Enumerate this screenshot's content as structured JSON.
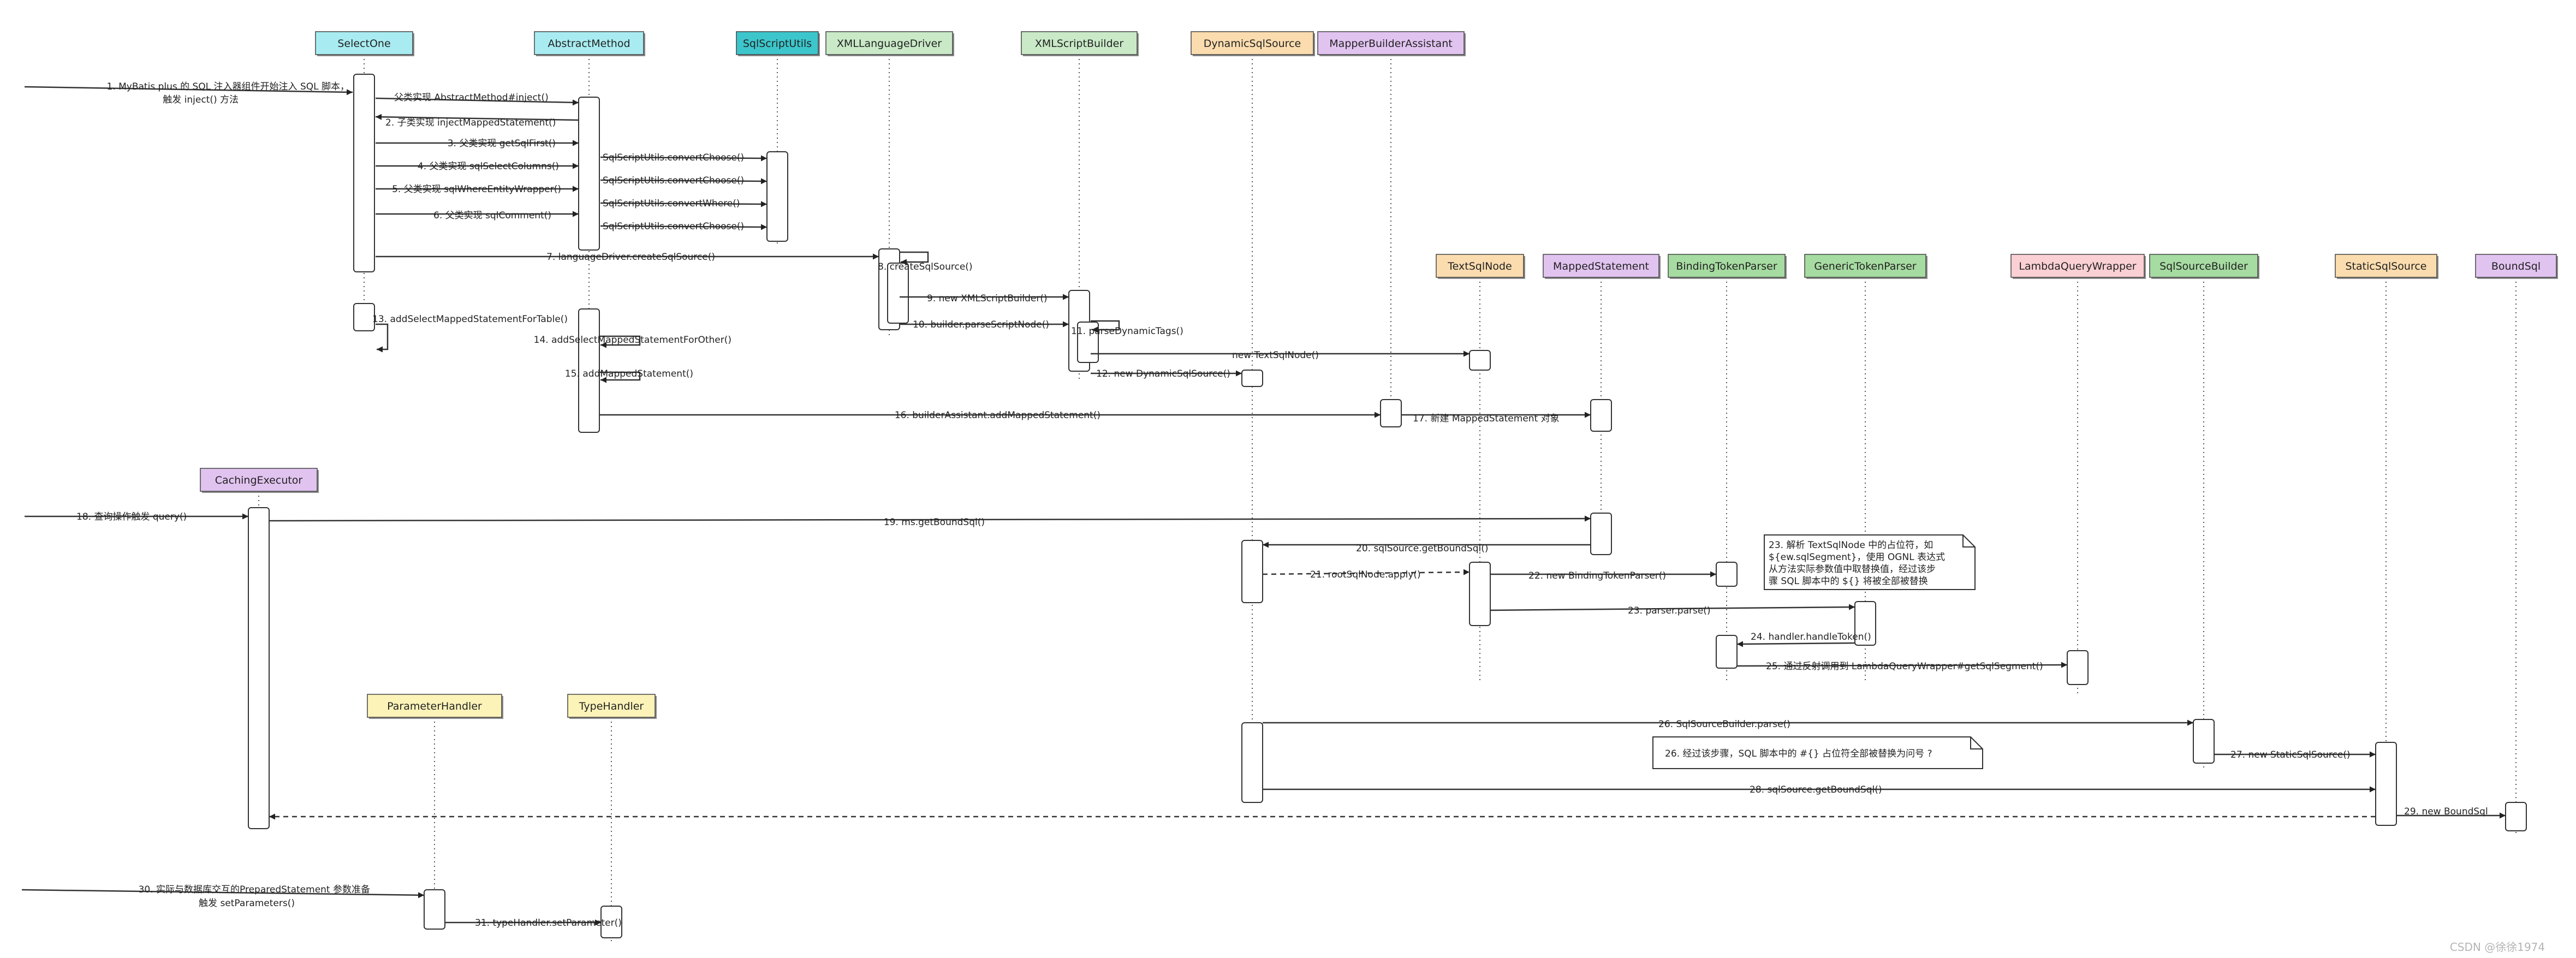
{
  "participants": [
    {
      "id": "SelectOne",
      "label": "SelectOne",
      "fill": "#a8ecf1"
    },
    {
      "id": "AbstractMethod",
      "label": "AbstractMethod",
      "fill": "#a8ecf1"
    },
    {
      "id": "SqlScriptUtils",
      "label": "SqlScriptUtils",
      "fill": "#3cc6cc"
    },
    {
      "id": "XMLLanguageDriver",
      "label": "XMLLanguageDriver",
      "fill": "#c9e9c7"
    },
    {
      "id": "XMLScriptBuilder",
      "label": "XMLScriptBuilder",
      "fill": "#c9e9c7"
    },
    {
      "id": "DynamicSqlSource",
      "label": "DynamicSqlSource",
      "fill": "#fbdcae"
    },
    {
      "id": "MapperBuilderAssistant",
      "label": "MapperBuilderAssistant",
      "fill": "#e1c3f0"
    },
    {
      "id": "TextSqlNode",
      "label": "TextSqlNode",
      "fill": "#fbdcae"
    },
    {
      "id": "MappedStatement",
      "label": "MappedStatement",
      "fill": "#e1c3f0"
    },
    {
      "id": "BindingTokenParser",
      "label": "BindingTokenParser",
      "fill": "#a6dba1"
    },
    {
      "id": "GenericTokenParser",
      "label": "GenericTokenParser",
      "fill": "#a6dba1"
    },
    {
      "id": "LambdaQueryWrapper",
      "label": "LambdaQueryWrapper",
      "fill": "#fbd0d4"
    },
    {
      "id": "SqlSourceBuilder",
      "label": "SqlSourceBuilder",
      "fill": "#a6dba1"
    },
    {
      "id": "StaticSqlSource",
      "label": "StaticSqlSource",
      "fill": "#fbdcae"
    },
    {
      "id": "BoundSql",
      "label": "BoundSql",
      "fill": "#e1c3f0"
    },
    {
      "id": "CachingExecutor",
      "label": "CachingExecutor",
      "fill": "#e1c3f0"
    },
    {
      "id": "ParameterHandler",
      "label": "ParameterHandler",
      "fill": "#fcf3b8"
    },
    {
      "id": "TypeHandler",
      "label": "TypeHandler",
      "fill": "#fcf3b8"
    }
  ],
  "messages": [
    {
      "id": "m1a",
      "text": "1. MyBatis plus 的 SQL 注入器组件开始注入 SQL 脚本，"
    },
    {
      "id": "m1b",
      "text": "触发 inject() 方法"
    },
    {
      "id": "m2a",
      "text": "父类实现 AbstractMethod#inject()"
    },
    {
      "id": "m2b",
      "text": "2. 子类实现 injectMappedStatement()"
    },
    {
      "id": "m3",
      "text": "3. 父类实现 getSqlFirst()"
    },
    {
      "id": "m4",
      "text": "4. 父类实现 sqlSelectColumns()"
    },
    {
      "id": "m5",
      "text": "5. 父类实现 sqlWhereEntityWrapper()"
    },
    {
      "id": "m6",
      "text": "6. 父类实现 sqlComment()"
    },
    {
      "id": "s1",
      "text": "SqlScriptUtils.convertChoose()"
    },
    {
      "id": "s2",
      "text": "SqlScriptUtils.convertChoose()"
    },
    {
      "id": "s3",
      "text": "SqlScriptUtils.convertWhere()"
    },
    {
      "id": "s4",
      "text": "SqlScriptUtils.convertChoose()"
    },
    {
      "id": "m7",
      "text": "7. languageDriver.createSqlSource()"
    },
    {
      "id": "m8",
      "text": "8. createSqlSource()"
    },
    {
      "id": "m9",
      "text": "9. new XMLScriptBuilder()"
    },
    {
      "id": "m10",
      "text": "10. builder.parseScriptNode()"
    },
    {
      "id": "m11",
      "text": "11. parseDynamicTags()"
    },
    {
      "id": "mTxt",
      "text": "new TextSqlNode()"
    },
    {
      "id": "m12",
      "text": "12. new DynamicSqlSource()"
    },
    {
      "id": "m13",
      "text": "13. addSelectMappedStatementForTable()"
    },
    {
      "id": "m14",
      "text": "14. addSelectMappedStatementForOther()"
    },
    {
      "id": "m15",
      "text": "15. addMappedStatement()"
    },
    {
      "id": "m16",
      "text": "16. builderAssistant.addMappedStatement()"
    },
    {
      "id": "m17",
      "text": "17. 新建 MappedStatement 对象"
    },
    {
      "id": "m18",
      "text": "18. 查询操作触发 query()"
    },
    {
      "id": "m19",
      "text": "19. ms.getBoundSql()"
    },
    {
      "id": "m20",
      "text": "20. sqlSource.getBoundSql()"
    },
    {
      "id": "m21",
      "text": "21. rootSqlNode.apply()"
    },
    {
      "id": "m22",
      "text": "22. new BindingTokenParser()"
    },
    {
      "id": "m23",
      "text": "23. parser.parse()"
    },
    {
      "id": "m24",
      "text": "24. handler.handleToken()"
    },
    {
      "id": "m25",
      "text": "25. 通过反射调用到 LambdaQueryWrapper#getSqlSegment()"
    },
    {
      "id": "m26",
      "text": "26. SqlSourceBuilder.parse()"
    },
    {
      "id": "m27",
      "text": "27. new StaticSqlSource()"
    },
    {
      "id": "m28",
      "text": "28. sqlSource.getBoundSql()"
    },
    {
      "id": "m29",
      "text": "29. new BoundSql"
    },
    {
      "id": "m30a",
      "text": "30. 实际与数据库交互的PreparedStatement 参数准备"
    },
    {
      "id": "m30b",
      "text": "触发 setParameters()"
    },
    {
      "id": "m31",
      "text": "31. typeHandler.setParameter()"
    }
  ],
  "notes": [
    {
      "id": "n23",
      "lines": [
        "23. 解析 TextSqlNode 中的占位符，如",
        "${ew.sqlSegment}，使用 OGNL 表达式",
        "从方法实际参数值中取替换值，经过该步",
        "骤 SQL 脚本中的 ${} 将被全部被替换"
      ]
    },
    {
      "id": "n26",
      "lines": [
        "26. 经过该步骤，SQL 脚本中的 #{} 占位符全部被替换为问号 ?"
      ]
    }
  ],
  "watermark": "CSDN @徐徐1974"
}
